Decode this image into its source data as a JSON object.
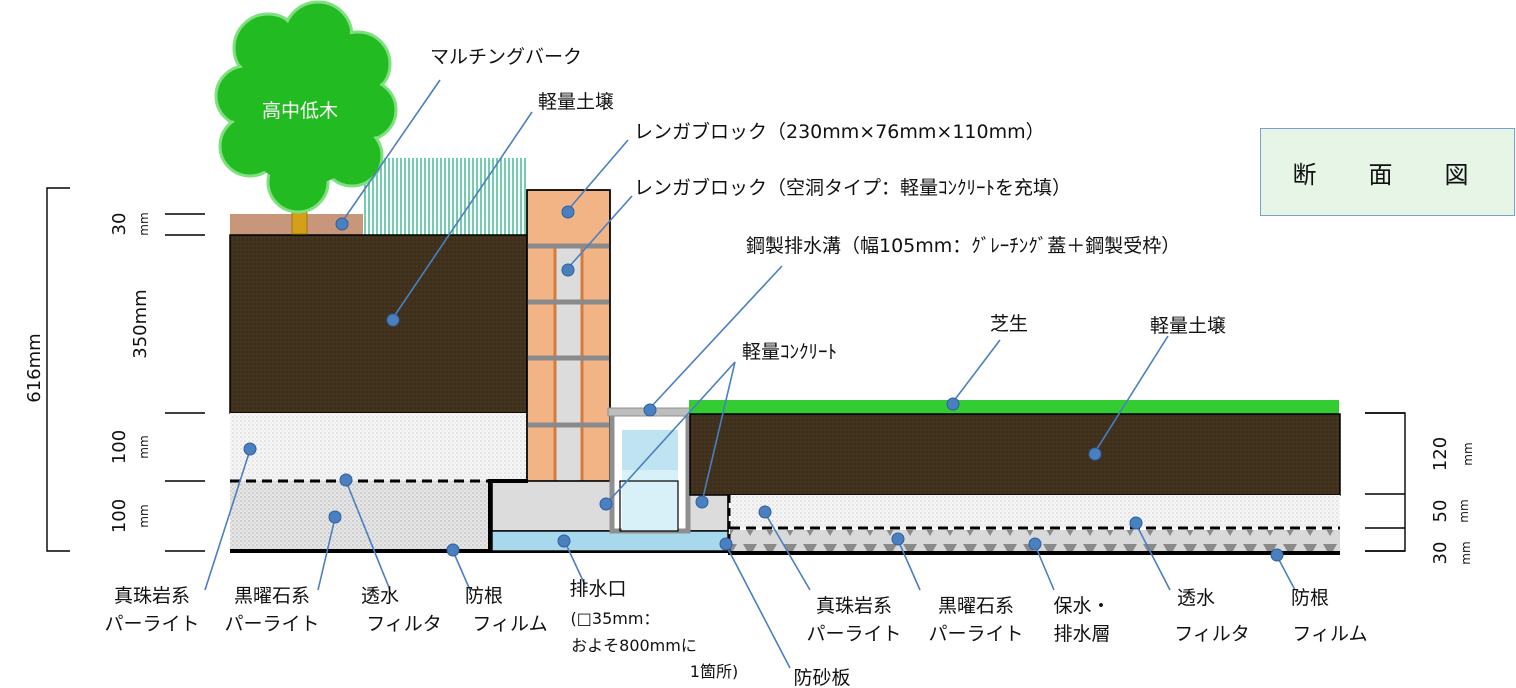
{
  "title": "断　面　図",
  "colors": {
    "soil": "#3e2f1c",
    "brick": "#f2b484",
    "grass": "#33cc33",
    "tree": "#22bb22",
    "mulch": "#c8967a",
    "water": "#a8d8ec",
    "callout": "#4a7fc0",
    "title_bg": "#e6f5e6"
  },
  "tree_label": "高中低木",
  "labels": {
    "mulching_bark": "マルチングバーク",
    "light_soil_top": "軽量土壌",
    "brick_block": "レンガブロック（230mm×76mm×110mm）",
    "brick_hollow": "レンガブロック（空洞タイプ：軽量ｺﾝｸﾘｰﾄを充填）",
    "drain_channel": "鋼製排水溝（幅105mm：ｸﾞﾚｰﾁﾝｸﾞ蓋＋鋼製受枠）",
    "light_concrete": "軽量ｺﾝｸﾘｰﾄ",
    "lawn": "芝生",
    "light_soil_right": "軽量土壌"
  },
  "bottom_labels": {
    "perlite_pearl_left": [
      "真珠岩系",
      "パーライト"
    ],
    "perlite_obsidian_left": [
      "黒曜石系",
      "パーライト"
    ],
    "filter_left": [
      "透水",
      "フィルタ"
    ],
    "root_film_left": [
      "防根",
      "フィルム"
    ],
    "outlet": "排水口",
    "outlet_note": [
      "(□35mm：",
      "およそ800mmに",
      "1箇所)"
    ],
    "sand_guard": "防砂板",
    "perlite_pearl_right": [
      "真珠岩系",
      "パーライト"
    ],
    "perlite_obsidian_right": [
      "黒曜石系",
      "パーライト"
    ],
    "water_layer": [
      "保水・",
      "排水層"
    ],
    "filter_right": [
      "透水",
      "フィルタ"
    ],
    "root_film_right": [
      "防根",
      "フィルム"
    ]
  },
  "dimensions_left": {
    "total": "616mm",
    "d30": [
      "30",
      "mm"
    ],
    "d350": "350mm",
    "d100a": [
      "100",
      "mm"
    ],
    "d100b": [
      "100",
      "mm"
    ]
  },
  "dimensions_right": {
    "d120": [
      "120",
      "mm"
    ],
    "d50": [
      "50",
      "mm"
    ],
    "d30": [
      "30",
      "mm"
    ]
  }
}
